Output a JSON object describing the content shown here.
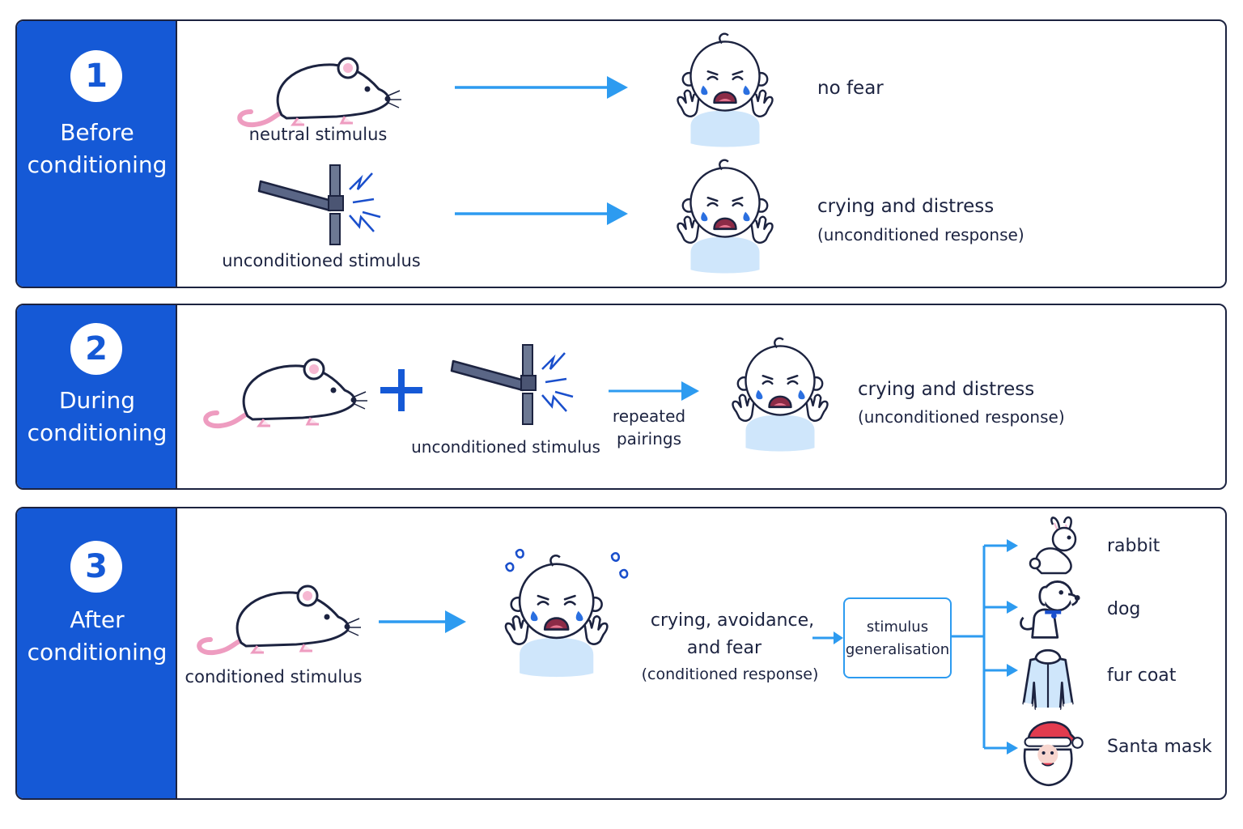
{
  "colors": {
    "accent": "#1559d6",
    "arrow": "#2d9bf0",
    "outline": "#1c2340",
    "shirt": "#cfe6fb"
  },
  "icons": [
    "rat-icon",
    "hammer-clang-icon",
    "baby-icon",
    "plus-icon",
    "arrow-icon",
    "rabbit-icon",
    "dog-icon",
    "fur-coat-icon",
    "santa-mask-icon"
  ],
  "stages": [
    {
      "number": "1",
      "title_line1": "Before",
      "title_line2": "conditioning",
      "row1_label": "neutral stimulus",
      "row1_response": "no fear",
      "row2_label": "unconditioned stimulus",
      "row2_response": "crying and distress",
      "row2_response_note": "(unconditioned response)"
    },
    {
      "number": "2",
      "title_line1": "During",
      "title_line2": "conditioning",
      "stimulus_label": "unconditioned stimulus",
      "pairing_line1": "repeated",
      "pairing_line2": "pairings",
      "response": "crying and distress",
      "response_note": "(unconditioned response)"
    },
    {
      "number": "3",
      "title_line1": "After",
      "title_line2": "conditioning",
      "stimulus_label": "conditioned stimulus",
      "response_line1": "crying, avoidance,",
      "response_line2": "and fear",
      "response_note": "(conditioned response)",
      "generalisation_line1": "stimulus",
      "generalisation_line2": "generalisation",
      "generalised_items": [
        "rabbit",
        "dog",
        "fur coat",
        "Santa mask"
      ]
    }
  ]
}
